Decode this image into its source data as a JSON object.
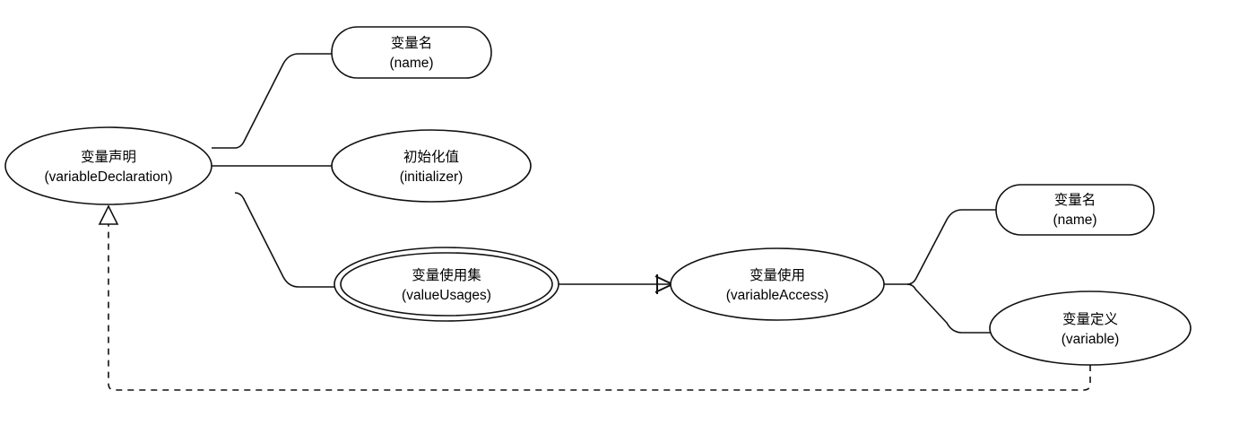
{
  "diagram": {
    "title": "",
    "type": "er-diagram",
    "background_color": "#ffffff",
    "stroke_color": "#111111",
    "text_color": "#000000"
  },
  "nodes": {
    "variable_declaration": {
      "zh": "变量声明",
      "en": "(variableDeclaration)",
      "shape": "ellipse"
    },
    "name_left": {
      "zh": "变量名",
      "en": "(name)",
      "shape": "rounded-rect"
    },
    "initializer": {
      "zh": "初始化值",
      "en": "(initializer)",
      "shape": "ellipse"
    },
    "value_usages": {
      "zh": "变量使用集",
      "en": "(valueUsages)",
      "shape": "double-ellipse"
    },
    "variable_access": {
      "zh": "变量使用",
      "en": "(variableAccess)",
      "shape": "ellipse"
    },
    "name_right": {
      "zh": "变量名",
      "en": "(name)",
      "shape": "rounded-rect"
    },
    "variable_def": {
      "zh": "变量定义",
      "en": "(variable)",
      "shape": "ellipse"
    }
  },
  "edges": {
    "decl_to_name": {
      "style": "solid",
      "marker": "none"
    },
    "decl_to_initializer": {
      "style": "solid",
      "marker": "none"
    },
    "decl_to_value_usages": {
      "style": "solid",
      "marker": "none"
    },
    "value_usages_to_access": {
      "style": "solid",
      "marker": "open-arrow"
    },
    "access_to_name": {
      "style": "solid",
      "marker": "none"
    },
    "access_to_variable": {
      "style": "solid",
      "marker": "none"
    },
    "variable_to_decl": {
      "style": "dashed",
      "marker": "hollow-triangle"
    }
  }
}
